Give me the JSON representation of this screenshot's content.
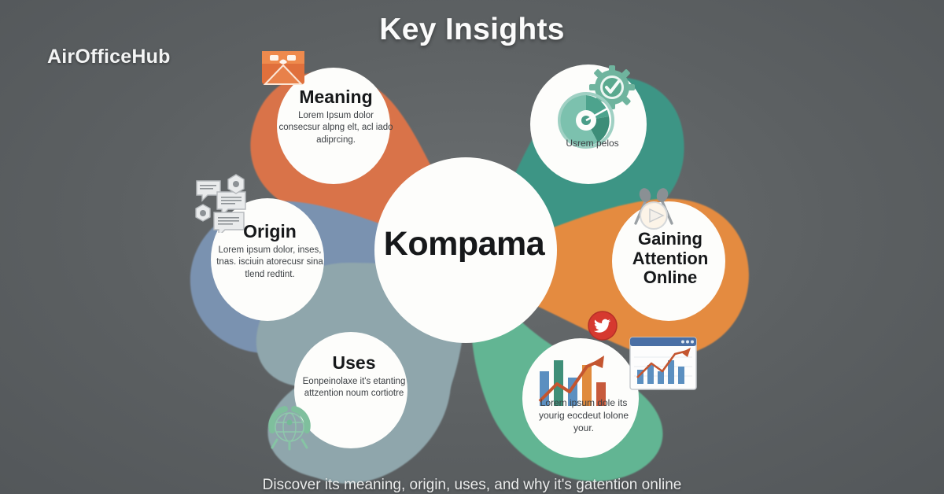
{
  "brand": {
    "name": "AirOfficeHub"
  },
  "header": {
    "title": "Key Insights"
  },
  "footer": {
    "caption": "Discover its meaning, origin, uses, and why it's gatention online"
  },
  "center": {
    "label": "Kompama"
  },
  "nodes": [
    {
      "id": "meaning",
      "heading": "Meaning",
      "body": "Lorem Ipsum dolor consecsur alpng elt, acl iado adiprcing.",
      "color": "#d9734a"
    },
    {
      "id": "origin",
      "heading": "Origin",
      "body": "Lorem ipsum dolor, inses, tnas. isciuin atorecusr sina tlend redtint.",
      "color": "#7a92b0"
    },
    {
      "id": "gaining",
      "heading": "Gaining Attention Online",
      "body": "",
      "color": "#e48b3f"
    },
    {
      "id": "uses",
      "heading": "Uses",
      "body": "Eonpeinolaxe it's etanting attzention noum cortiotre",
      "color": "#8fa6ac"
    },
    {
      "id": "metric",
      "heading": "",
      "body": "Usrem pelos",
      "color": "#3d9585"
    },
    {
      "id": "growth",
      "heading": "",
      "body": "Lorem ipsum dole its yourig eocdeut lolone your.",
      "color": "#62b593"
    }
  ],
  "icons": {
    "mail": "mail-envelope-icon",
    "chat": "chat-bubbles-icon",
    "megaphone": "megaphone-broadcast-icon",
    "gear_check": "gear-checkmark-icon",
    "donut": "donut-chart-icon",
    "globe": "globe-network-icon",
    "bars": "bar-chart-growth-icon",
    "window": "browser-chart-window-icon",
    "bird": "twitter-bird-badge-icon"
  },
  "palette": {
    "background": "#5e6264",
    "petal_red": "#d9734a",
    "petal_teal": "#3d9585",
    "petal_blue": "#7a92b0",
    "petal_orange": "#e48b3f",
    "petal_grey_blue": "#8fa6ac",
    "petal_green": "#62b593",
    "node_fill": "#fdfdfb",
    "title_text": "#fbfbfb"
  }
}
